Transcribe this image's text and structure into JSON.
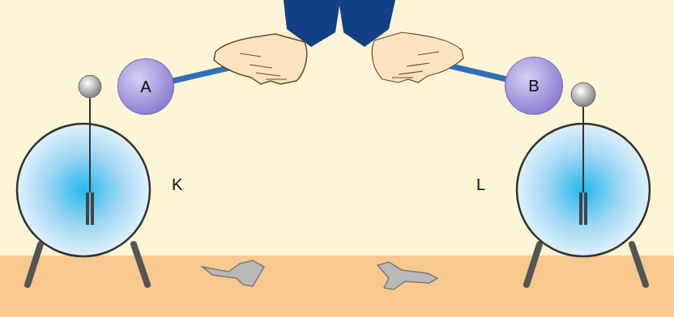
{
  "diagram": {
    "nodes": [
      {
        "text": [
          "A"
        ]
      },
      {
        "text": [
          "B"
        ]
      }
    ],
    "labels": [
      "K",
      "L"
    ]
  }
}
